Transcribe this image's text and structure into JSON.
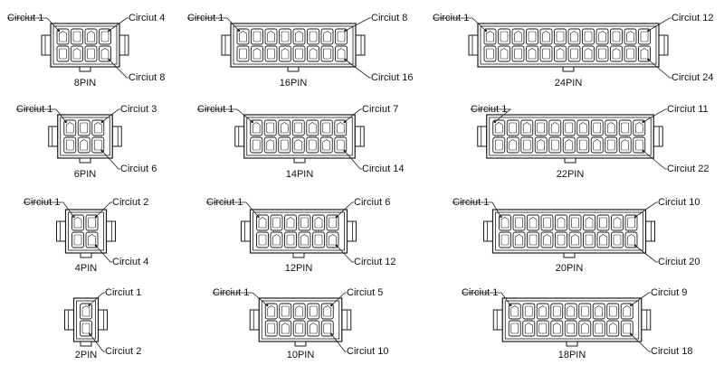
{
  "colors": {
    "line": "#1a1a1a",
    "background": "#ffffff"
  },
  "connectors": [
    {
      "name": "8PIN",
      "pins": 8,
      "first": "Circiut 1",
      "top_end": "Circiut 4",
      "last": "Circiut 8"
    },
    {
      "name": "16PIN",
      "pins": 16,
      "first": "Circiut 1",
      "top_end": "Circiut 8",
      "last": "Circiut 16"
    },
    {
      "name": "24PIN",
      "pins": 24,
      "first": "Circiut 1",
      "top_end": "Circiut 12",
      "last": "Circiut 24"
    },
    {
      "name": "6PIN",
      "pins": 6,
      "first": "Circiut 1",
      "top_end": "Circiut 3",
      "last": "Circiut 6"
    },
    {
      "name": "14PIN",
      "pins": 14,
      "first": "Circiut 1",
      "top_end": "Circiut 7",
      "last": "Circiut 14"
    },
    {
      "name": "22PIN",
      "pins": 22,
      "first": "Circiut 1",
      "top_end": "Circiut 11",
      "last": "Circiut 22"
    },
    {
      "name": "4PIN",
      "pins": 4,
      "first": "Circiut 1",
      "top_end": "Circiut 2",
      "last": "Circiut 4"
    },
    {
      "name": "12PIN",
      "pins": 12,
      "first": "Circiut 1",
      "top_end": "Circiut 6",
      "last": "Circiut 12"
    },
    {
      "name": "20PIN",
      "pins": 20,
      "first": "Circiut 1",
      "top_end": "Circiut 10",
      "last": "Circiut 20"
    },
    {
      "name": "2PIN",
      "pins": 2,
      "first": "Circiut 1",
      "top_end": "",
      "last": "Circiut 2"
    },
    {
      "name": "10PIN",
      "pins": 10,
      "first": "Circiut 1",
      "top_end": "Circiut 5",
      "last": "Circiut 10"
    },
    {
      "name": "18PIN",
      "pins": 18,
      "first": "Circiut 1",
      "top_end": "Circiut 9",
      "last": "Circiut 18"
    }
  ]
}
